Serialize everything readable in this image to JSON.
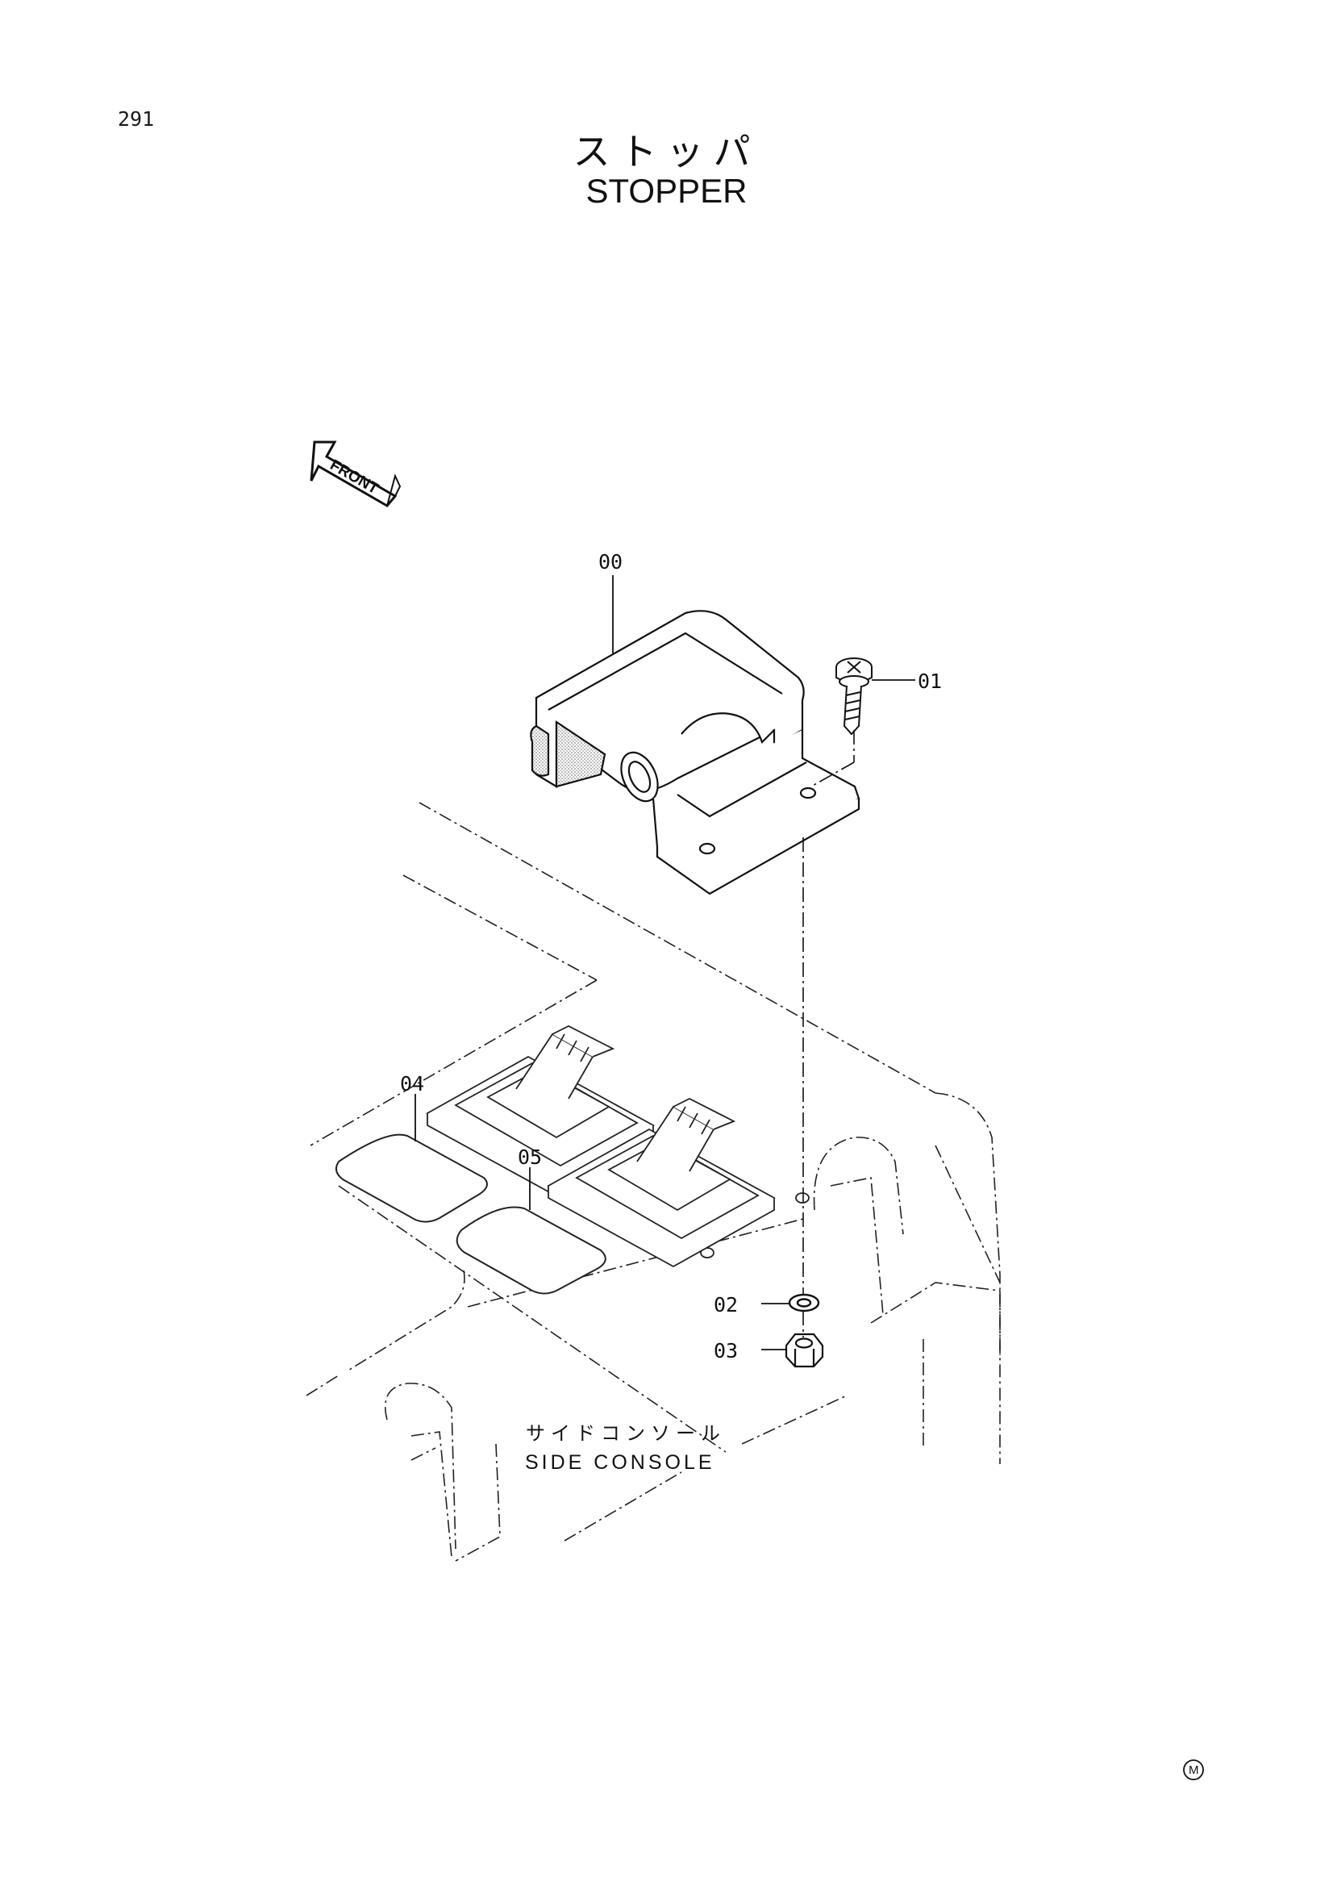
{
  "page": {
    "number": "291"
  },
  "title": {
    "japanese": "ストッパ",
    "english": "STOPPER"
  },
  "front_arrow": {
    "label": "FRONT"
  },
  "parts": [
    {
      "ref": "00"
    },
    {
      "ref": "01"
    },
    {
      "ref": "02"
    },
    {
      "ref": "03"
    },
    {
      "ref": "04"
    },
    {
      "ref": "05"
    }
  ],
  "assembly_label": {
    "japanese": "サイドコンソール",
    "english": "SIDE CONSOLE"
  },
  "footer_mark": "M"
}
